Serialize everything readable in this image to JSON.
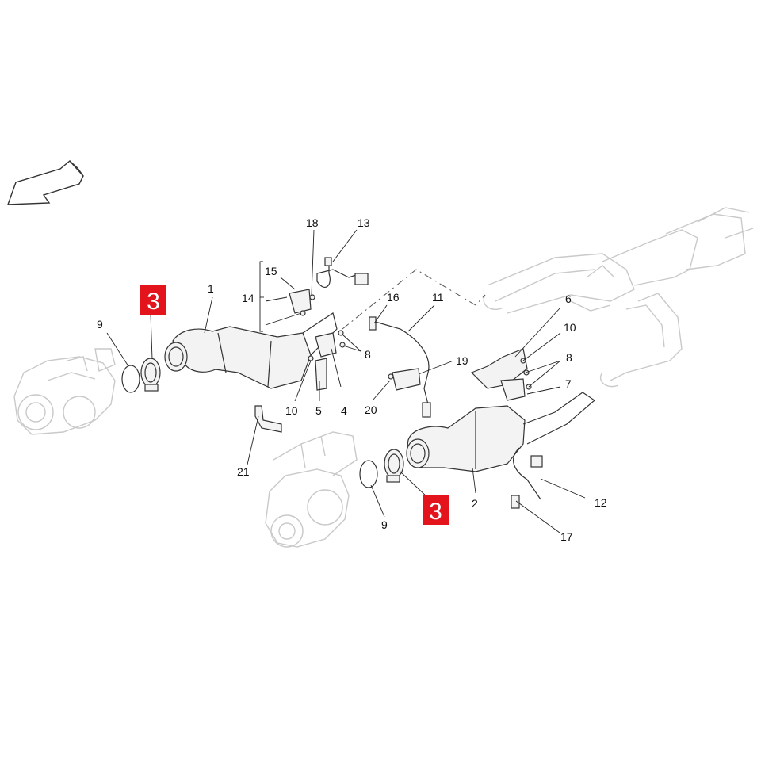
{
  "callouts": {
    "c1": "1",
    "c2": "2",
    "c4": "4",
    "c5": "5",
    "c6": "6",
    "c7": "7",
    "c8a": "8",
    "c8b": "8",
    "c9a": "9",
    "c9b": "9",
    "c10a": "10",
    "c10b": "10",
    "c11": "11",
    "c12": "12",
    "c13": "13",
    "c14": "14",
    "c15": "15",
    "c16": "16",
    "c17": "17",
    "c18": "18",
    "c19": "19",
    "c20": "20",
    "c21": "21"
  },
  "highlight": {
    "label": "3",
    "color": "#e3141b"
  },
  "icons": {
    "orientation": "direction-arrow-icon"
  }
}
